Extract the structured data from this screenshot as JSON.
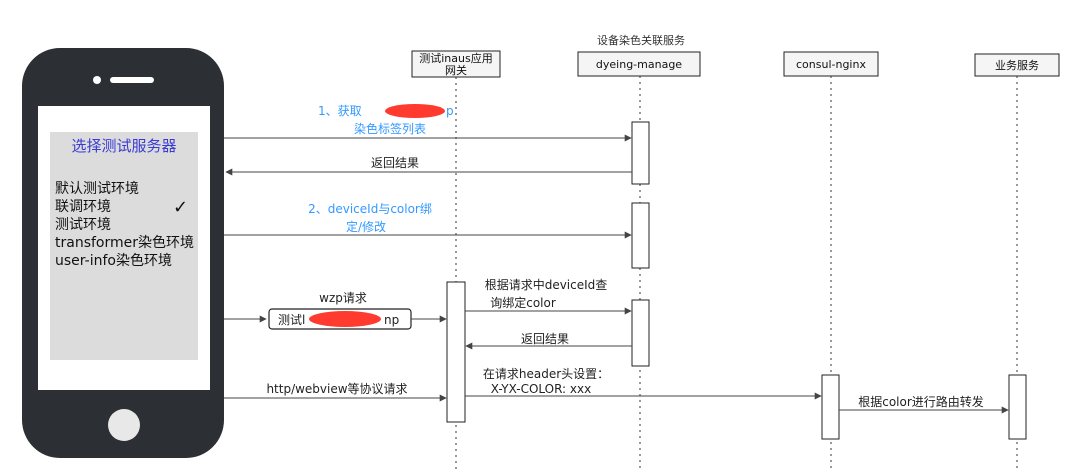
{
  "participants": {
    "gateway": {
      "label_line1": "测试inaus应用",
      "label_line2": "网关"
    },
    "dyeing": {
      "label": "dyeing-manage",
      "note": "设备染色关联服务"
    },
    "consul": {
      "label": "consul-nginx"
    },
    "business": {
      "label": "业务服务"
    }
  },
  "phone": {
    "title": "选择测试服务器",
    "items": [
      "默认测试环境",
      "联调环境",
      "测试环境",
      "transformer染色环境",
      "user-info染色环境"
    ],
    "check_mark": "✓"
  },
  "messages": {
    "m1_line1": "1、获取",
    "m1_suffix": "p",
    "m1_line2": "染色标签列表",
    "m2": "返回结果",
    "m3_line1": "2、deviceId与color绑",
    "m3_line2": "定/修改",
    "m4_label": "wzp请求",
    "m4_box_prefix": "测试l",
    "m4_box_suffix": "np",
    "m5_line1": "根据请求中deviceId查",
    "m5_line2": "询绑定color",
    "m6": "返回结果",
    "m7_line1": "在请求header头设置：",
    "m7_line2": "X-YX-COLOR: xxx",
    "m8": "http/webview等协议请求",
    "m9": "根据color进行路由转发"
  }
}
